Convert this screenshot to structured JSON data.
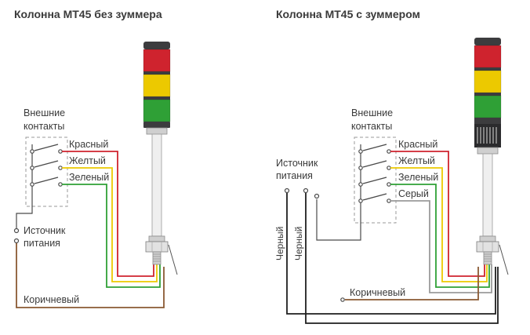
{
  "colors": {
    "red": "#cf232e",
    "yellow": "#ecc900",
    "green": "#2fa036",
    "brown": "#8a5a33",
    "gray": "#9b9b9b",
    "black": "#1f1f1f",
    "dark": "#3c3c3e",
    "text": "#3a3a3a"
  },
  "left": {
    "title": "Колонна МТ45 без зуммера",
    "contacts_line1": "Внешние",
    "contacts_line2": "контакты",
    "wires": {
      "red": "Красный",
      "yellow": "Желтый",
      "green": "Зеленый"
    },
    "power_line1": "Источник",
    "power_line2": "питания",
    "brown_label": "Коричневый"
  },
  "right": {
    "title": "Колонна МТ45 с зуммером",
    "contacts_line1": "Внешние",
    "contacts_line2": "контакты",
    "wires": {
      "red": "Красный",
      "yellow": "Желтый",
      "green": "Зеленый",
      "gray": "Серый"
    },
    "power_line1": "Источник",
    "power_line2": "питания",
    "black_label_1": "Черный",
    "black_label_2": "Черный",
    "brown_label": "Коричневый"
  }
}
